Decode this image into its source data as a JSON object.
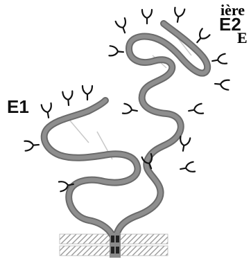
{
  "corner_text": {
    "line1": "ière",
    "line2": "E"
  },
  "labels": {
    "e1": "E1",
    "e2": "E2"
  },
  "colors": {
    "strand": "#8e8e8e",
    "strand_edge": "#6a6a6a",
    "bond": "#c8c8c8",
    "glycan": "#111111",
    "membrane": "#9a9a9a",
    "anchor": "#222222"
  }
}
